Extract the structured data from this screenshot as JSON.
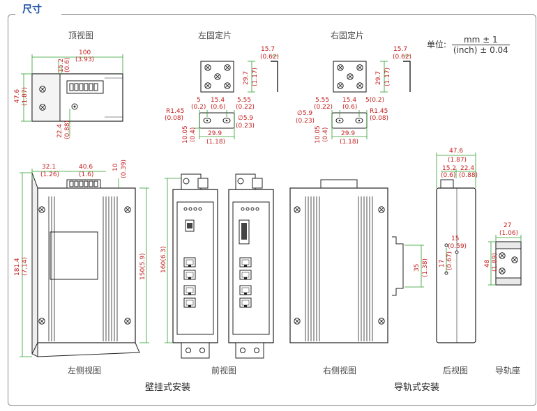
{
  "section_title": "尺寸",
  "unit_legend": {
    "label": "单位:",
    "numerator": "mm ± 1",
    "denominator": "(inch) ± 0.04"
  },
  "views": {
    "top": "顶视图",
    "left_bracket": "左固定片",
    "right_bracket": "右固定片",
    "left_side": "左侧视图",
    "front": "前视图",
    "right_side": "右侧视图",
    "rear": "后视图",
    "din_rail_base": "导轨座"
  },
  "groups": {
    "wall_mount": "壁挂式安装",
    "din_rail_mount": "导轨式安装"
  },
  "dims": {
    "top_w": "100",
    "top_w_in": "(3.93)",
    "top_15_2": "15.2",
    "top_15_2_in": "(0.6)",
    "top_47_6": "47.6",
    "top_47_6_in": "(1.87)",
    "top_22_4": "22.4",
    "top_22_4_in": "(0.88)",
    "br_15_7": "15.7",
    "br_15_7_in": "(0.62)",
    "br_29_7": "29.7",
    "br_29_7_in": "(1.17)",
    "br_5": "5",
    "br_5_in": "(0.2)",
    "br_15_4": "15.4",
    "br_15_4_in": "(0.6)",
    "br_5_55": "5.55",
    "br_5_55_in": "(0.22)",
    "br_r": "R1.45",
    "br_r_in": "(0.08)",
    "br_d": "∅5.9",
    "br_d_in": "(0.23)",
    "br_10_05": "10.05",
    "br_10_05_in": "(0.4)",
    "br_29_9": "29.9",
    "br_29_9_in": "(1.18)",
    "br2_5": "5(0.2)",
    "ls_32_1": "32.1",
    "ls_32_1_in": "(1.26)",
    "ls_40_6": "40.6",
    "ls_40_6_in": "(1.6)",
    "ls_10": "10",
    "ls_10_in": "(0.39)",
    "ls_181_4": "181.4",
    "ls_181_4_in": "(7.14)",
    "ls_150": "150(5.9)",
    "fr_160": "160(6.3)",
    "rs_35": "35",
    "rs_35_in": "(1.38)",
    "rv_47_6": "47.6",
    "rv_47_6_in": "(1.87)",
    "rv_15_2": "15.2",
    "rv_15_2_in": "(0.6)",
    "rv_22_4": "22.4",
    "rv_22_4_in": "(0.88)",
    "rv_15": "15",
    "rv_15_in": "(0.59)",
    "rv_17": "17",
    "rv_17_in": "(0.67)",
    "db_27": "27",
    "db_27_in": "(1.06)",
    "db_48": "48",
    "db_48_in": "(1.89)"
  }
}
